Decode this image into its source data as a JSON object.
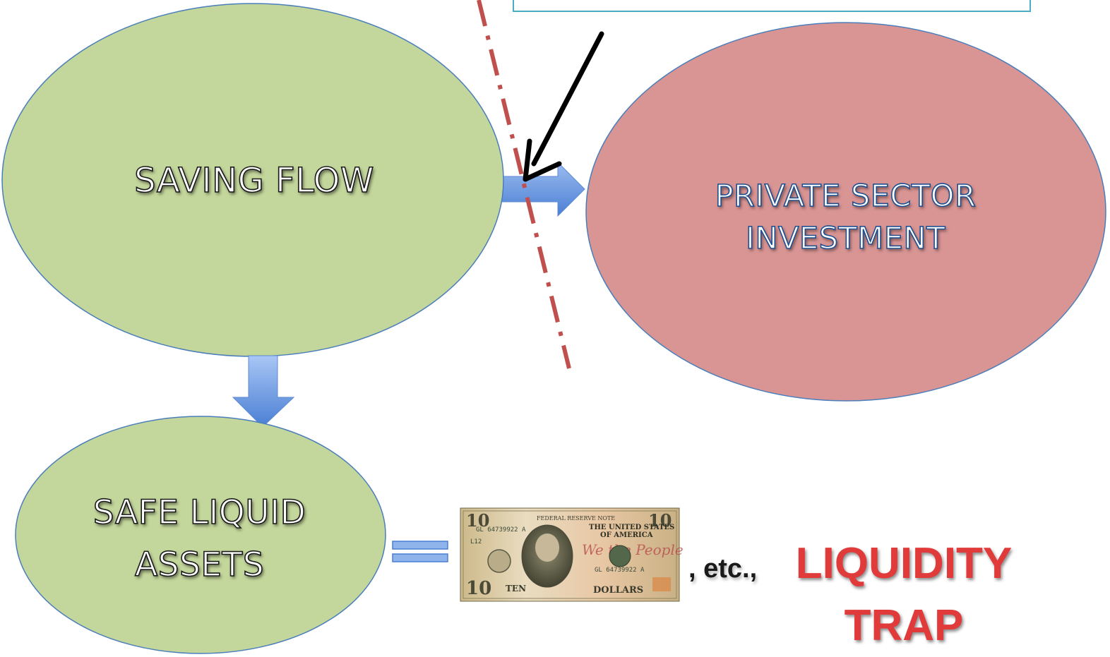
{
  "nodes": {
    "saving_flow": "SAVING FLOW",
    "private_investment_line1": "PRIVATE SECTOR",
    "private_investment_line2": "INVESTMENT",
    "safe_assets_line1": "SAFE LIQUID",
    "safe_assets_line2": "ASSETS"
  },
  "banknote": {
    "denomination": "10",
    "header": "FEDERAL RESERVE NOTE",
    "country_line1": "THE UNITED STATES",
    "country_line2": "OF AMERICA",
    "serial": "GL 64739922 A",
    "plate": "L12",
    "motto": "We the People",
    "word": "TEN",
    "currency": "DOLLARS"
  },
  "annotation": {
    "etc": ", etc.,",
    "trap_line1": "LIQUIDITY",
    "trap_line2": "TRAP"
  },
  "colors": {
    "saving_fill": "#c3d69b",
    "investment_fill": "#d99594",
    "arrow_blue": "#6c9ae0",
    "barrier_red": "#c0504d",
    "callout_border": "#4bacc6",
    "trap_red": "#e03a3a"
  }
}
